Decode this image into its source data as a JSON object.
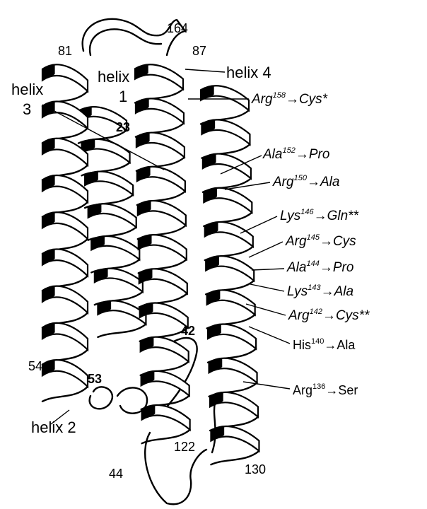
{
  "helix_labels": {
    "h1_line1": "helix",
    "h1_line2": "1",
    "h2": "helix 2",
    "h3_line1": "helix",
    "h3_line2": "3",
    "h4": "helix 4"
  },
  "residue_numbers": {
    "n81": "81",
    "n164": "164",
    "n87": "87",
    "n23": "23",
    "n42": "42",
    "n54": "54",
    "n53": "53",
    "n44": "44",
    "n122": "122",
    "n130": "130"
  },
  "mutations": [
    {
      "base": "Arg",
      "sup": "158",
      "arrow": "→",
      "target": "Cys*"
    },
    {
      "base": "Ala",
      "sup": "152",
      "arrow": "→",
      "target": "Pro"
    },
    {
      "base": "Arg",
      "sup": "150",
      "arrow": "→",
      "target": "Ala"
    },
    {
      "base": "Lys",
      "sup": "146",
      "arrow": "→",
      "target": "Gln**"
    },
    {
      "base": "Arg",
      "sup": "145",
      "arrow": "→",
      "target": "Cys"
    },
    {
      "base": "Ala",
      "sup": "144",
      "arrow": "→",
      "target": "Pro"
    },
    {
      "base": "Lys",
      "sup": "143",
      "arrow": "→",
      "target": "Ala"
    },
    {
      "base": "Arg",
      "sup": "142",
      "arrow": "→",
      "target": "Cys**"
    },
    {
      "base": "His",
      "sup": "140",
      "arrow": "→",
      "target": "Ala"
    },
    {
      "base": "Arg",
      "sup": "136",
      "arrow": "→",
      "target": "Ser"
    }
  ]
}
